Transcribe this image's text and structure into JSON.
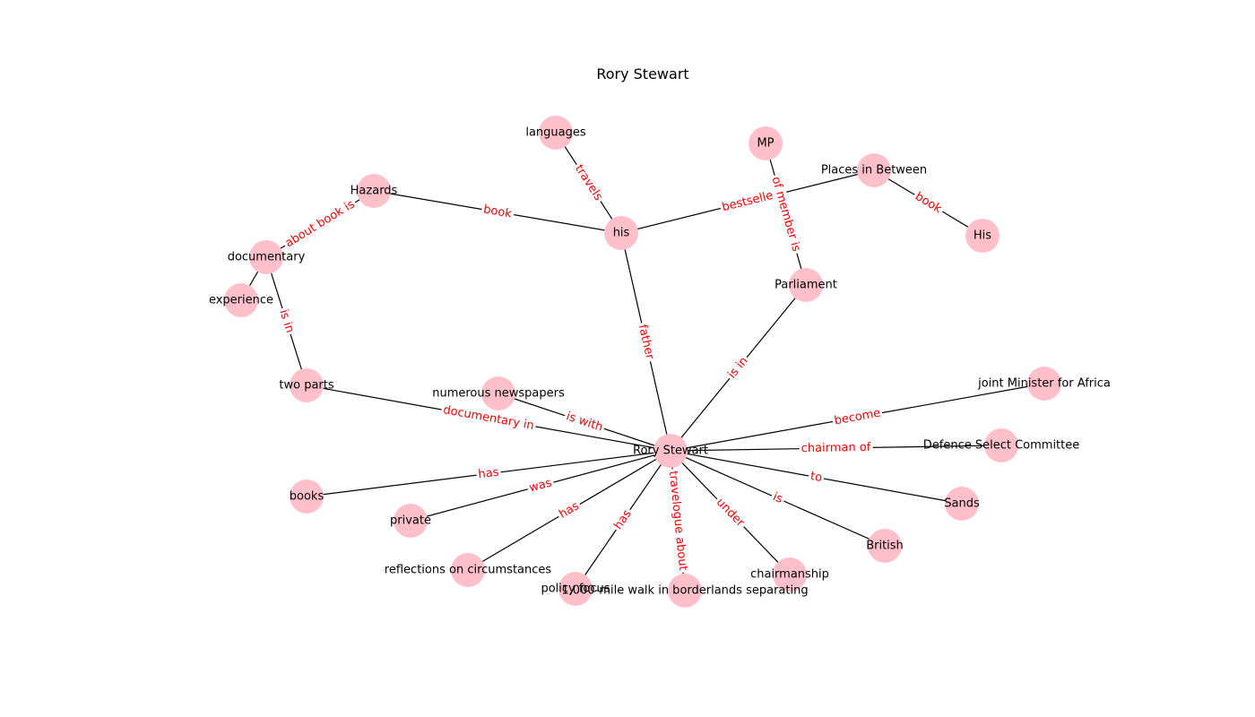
{
  "title": "Rory Stewart",
  "colors": {
    "node": "#ffc0cb",
    "edge": "#000000",
    "edge_label": "#ff0000"
  },
  "nodes": [
    {
      "id": "rory",
      "label": "Rory Stewart"
    },
    {
      "id": "his",
      "label": "his"
    },
    {
      "id": "languages",
      "label": "languages"
    },
    {
      "id": "hazards",
      "label": "Hazards"
    },
    {
      "id": "documentary",
      "label": "documentary"
    },
    {
      "id": "experience",
      "label": "experience"
    },
    {
      "id": "twoparts",
      "label": "two parts"
    },
    {
      "id": "mp",
      "label": "MP"
    },
    {
      "id": "places",
      "label": "Places in Between"
    },
    {
      "id": "his2",
      "label": "His"
    },
    {
      "id": "parliament",
      "label": "Parliament"
    },
    {
      "id": "newspapers",
      "label": "numerous newspapers"
    },
    {
      "id": "minister",
      "label": "joint Minister for Africa"
    },
    {
      "id": "defence",
      "label": "Defence Select Committee"
    },
    {
      "id": "sands",
      "label": "Sands"
    },
    {
      "id": "british",
      "label": "British"
    },
    {
      "id": "chairmanship",
      "label": "chairmanship"
    },
    {
      "id": "walk",
      "label": "1,000-mile walk in borderlands separating"
    },
    {
      "id": "policy",
      "label": "policy focus"
    },
    {
      "id": "reflections",
      "label": "reflections on circumstances"
    },
    {
      "id": "private",
      "label": "private"
    },
    {
      "id": "books",
      "label": "books"
    }
  ],
  "edges": [
    {
      "source": "his",
      "target": "languages",
      "label": "travels"
    },
    {
      "source": "his",
      "target": "hazards",
      "label": "book"
    },
    {
      "source": "his",
      "target": "places",
      "label": "bestselle"
    },
    {
      "source": "his",
      "target": "rory",
      "label": "father"
    },
    {
      "source": "places",
      "target": "his2",
      "label": "book"
    },
    {
      "source": "mp",
      "target": "parliament",
      "label": "of member is"
    },
    {
      "source": "parliament",
      "target": "rory",
      "label": "is in"
    },
    {
      "source": "hazards",
      "target": "documentary",
      "label": "about book is"
    },
    {
      "source": "documentary",
      "target": "experience",
      "label": ""
    },
    {
      "source": "documentary",
      "target": "twoparts",
      "label": "is in"
    },
    {
      "source": "twoparts",
      "target": "rory",
      "label": "documentary in"
    },
    {
      "source": "newspapers",
      "target": "rory",
      "label": "is with"
    },
    {
      "source": "rory",
      "target": "minister",
      "label": "become"
    },
    {
      "source": "rory",
      "target": "defence",
      "label": "chairman of"
    },
    {
      "source": "rory",
      "target": "sands",
      "label": "to"
    },
    {
      "source": "rory",
      "target": "british",
      "label": "is"
    },
    {
      "source": "rory",
      "target": "chairmanship",
      "label": "under"
    },
    {
      "source": "rory",
      "target": "walk",
      "label": "travelogue about"
    },
    {
      "source": "rory",
      "target": "policy",
      "label": "has"
    },
    {
      "source": "rory",
      "target": "reflections",
      "label": "has"
    },
    {
      "source": "rory",
      "target": "private",
      "label": "was"
    },
    {
      "source": "rory",
      "target": "books",
      "label": "has"
    }
  ]
}
